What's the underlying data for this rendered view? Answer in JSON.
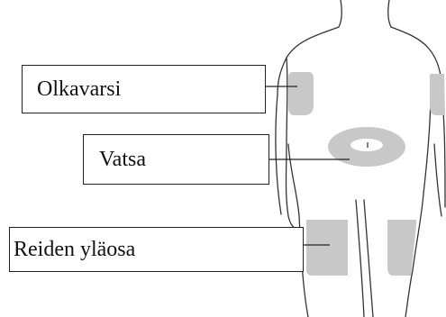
{
  "diagram": {
    "labels": {
      "upper_arm": "Olkavarsi",
      "abdomen": "Vatsa",
      "thigh": "Reiden yläosa"
    },
    "colors": {
      "outline": "#333333",
      "injection_area": "#c8c8c8",
      "navel_ring": "#ffffff",
      "leader_line": "#222222"
    }
  }
}
